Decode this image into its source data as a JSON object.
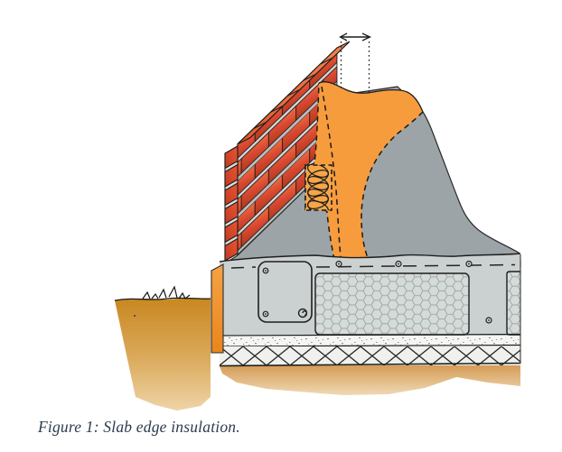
{
  "figure": {
    "caption": "Figure 1: Slab edge insulation."
  },
  "colors": {
    "background": "#FFFFFF",
    "brick_red": "#D8442B",
    "brick_top": "#EE6A40",
    "mortar_gray": "#D9DEDD",
    "insulation_orange": "#F79C3D",
    "cutaway_wall_gray": "#9CA4A7",
    "slab_gray": "#CBD1D0",
    "insulation_panel_gray": "#D5DBD9",
    "ground_tan": "#C8861F",
    "ground_light_tan": "#EFD9B5",
    "outline_black": "#1E1E1E",
    "caption_text": "#2D3C4E"
  },
  "diagram": {
    "parts": [
      {
        "name": "dimension-marker",
        "role": "measured width indicator with dotted extension lines"
      },
      {
        "name": "outer-brick-leaf",
        "role": "brick wall"
      },
      {
        "name": "cavity-wool-insulation",
        "role": "looped scribble insulation block"
      },
      {
        "name": "wrap-insulation-orange",
        "role": "orange insulation layer, dashed outline"
      },
      {
        "name": "inner-wall-cutaway",
        "role": "gray torn wall mass"
      },
      {
        "name": "floor-slab",
        "role": "concrete slab with fixing plate and screws"
      },
      {
        "name": "insulation-panels",
        "role": "hexagon-pattern slab insulation"
      },
      {
        "name": "bedding-layer",
        "role": "speckled strip"
      },
      {
        "name": "membrane-layer",
        "role": "zigzag strip"
      },
      {
        "name": "slab-edge-insulation-strip",
        "role": "orange vertical strip at slab edge"
      },
      {
        "name": "ground",
        "role": "earth with grass tufts"
      }
    ]
  }
}
